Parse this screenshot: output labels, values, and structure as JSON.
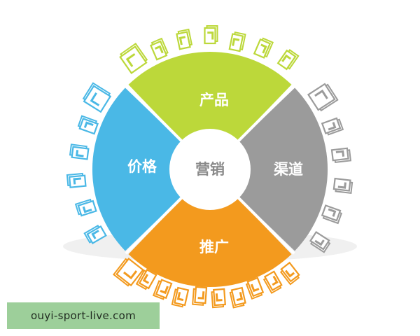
{
  "center": {
    "label": "营销",
    "color": "#8a8a8a"
  },
  "segments": [
    {
      "label": "产品",
      "color": "#bcd83a",
      "word_color": "#bcd83a"
    },
    {
      "label": "渠道",
      "color": "#9b9b9b",
      "word_color": "#9b9b9b"
    },
    {
      "label": "推广",
      "color": "#f39a1e",
      "word_color": "#f39a1e"
    },
    {
      "label": "价格",
      "color": "#4ab8e6",
      "word_color": "#4ab8e6"
    }
  ],
  "watermark": {
    "text": "ouyi-sport-live.com"
  }
}
